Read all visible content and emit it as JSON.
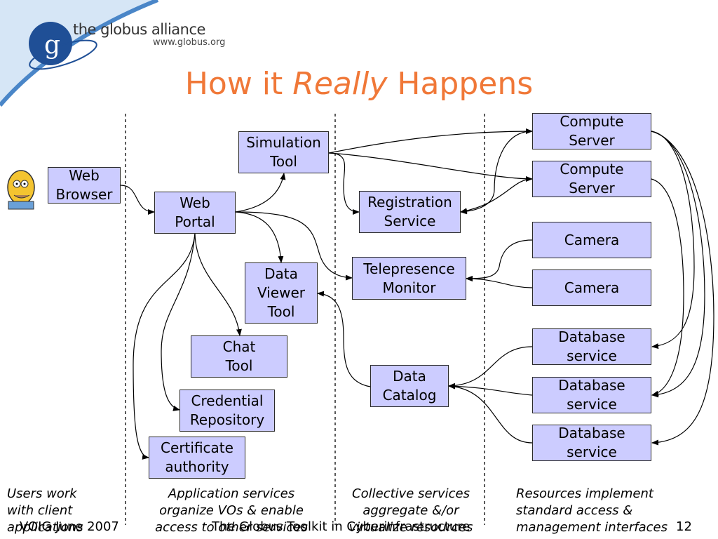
{
  "logo": {
    "name": "the globus alliance",
    "url": "www.globus.org",
    "mark": "g"
  },
  "title": {
    "prefix": "How it ",
    "emph": "Really",
    "suffix": " Happens"
  },
  "boxes": {
    "web_browser": "Web\nBrowser",
    "web_portal": "Web\nPortal",
    "simulation_tool": "Simulation\nTool",
    "data_viewer_tool": "Data\nViewer\nTool",
    "chat_tool": "Chat\nTool",
    "credential_repository": "Credential\nRepository",
    "certificate_authority": "Certificate\nauthority",
    "registration_service": "Registration\nService",
    "telepresence_monitor": "Telepresence\nMonitor",
    "data_catalog": "Data\nCatalog",
    "compute_server_1": "Compute\nServer",
    "compute_server_2": "Compute\nServer",
    "camera_1": "Camera",
    "camera_2": "Camera",
    "database_service_1": "Database\nservice",
    "database_service_2": "Database\nservice",
    "database_service_3": "Database\nservice"
  },
  "captions": {
    "users": "Users work\nwith client\napplications",
    "application": "Application services\norganize VOs & enable\naccess to other services",
    "collective": "Collective services\naggregate &/or\nvirtualize resources",
    "resources": "Resources implement\nstandard access &\nmanagement interfaces"
  },
  "footer": {
    "left": "VOIG June 2007",
    "center": "The Globus Toolkit in Cyberinfrastructure",
    "page": "12"
  },
  "colors": {
    "title": "#f07838",
    "box_fill": "#ccccff",
    "logo_blue": "#1f4f96",
    "swoosh": "#4a86c8"
  }
}
